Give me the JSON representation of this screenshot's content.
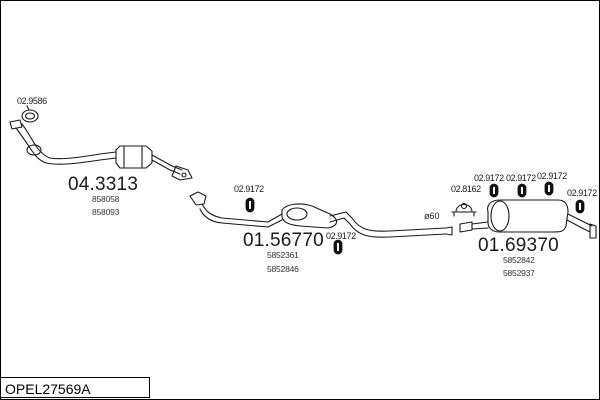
{
  "footer": {
    "code": "OPEL27569A"
  },
  "parts": {
    "front_cat": {
      "number": "04.3313",
      "oe": [
        "858058",
        "858093"
      ]
    },
    "middle": {
      "number": "01.56770",
      "oe": [
        "5852361",
        "5852846"
      ]
    },
    "rear": {
      "number": "01.69370",
      "oe": [
        "5852842",
        "5852937"
      ]
    }
  },
  "small_parts": {
    "gasket_front": "02.9586",
    "hanger_mid_a": "02.9172",
    "hanger_mid_b": "02.9172",
    "clamp_rear": "02.8162",
    "hanger_rear_a": "02.9172",
    "hanger_rear_b": "02.9172",
    "hanger_rear_c": "02.9172",
    "hanger_rear_d": "02.9172"
  },
  "diameter": "ø60"
}
